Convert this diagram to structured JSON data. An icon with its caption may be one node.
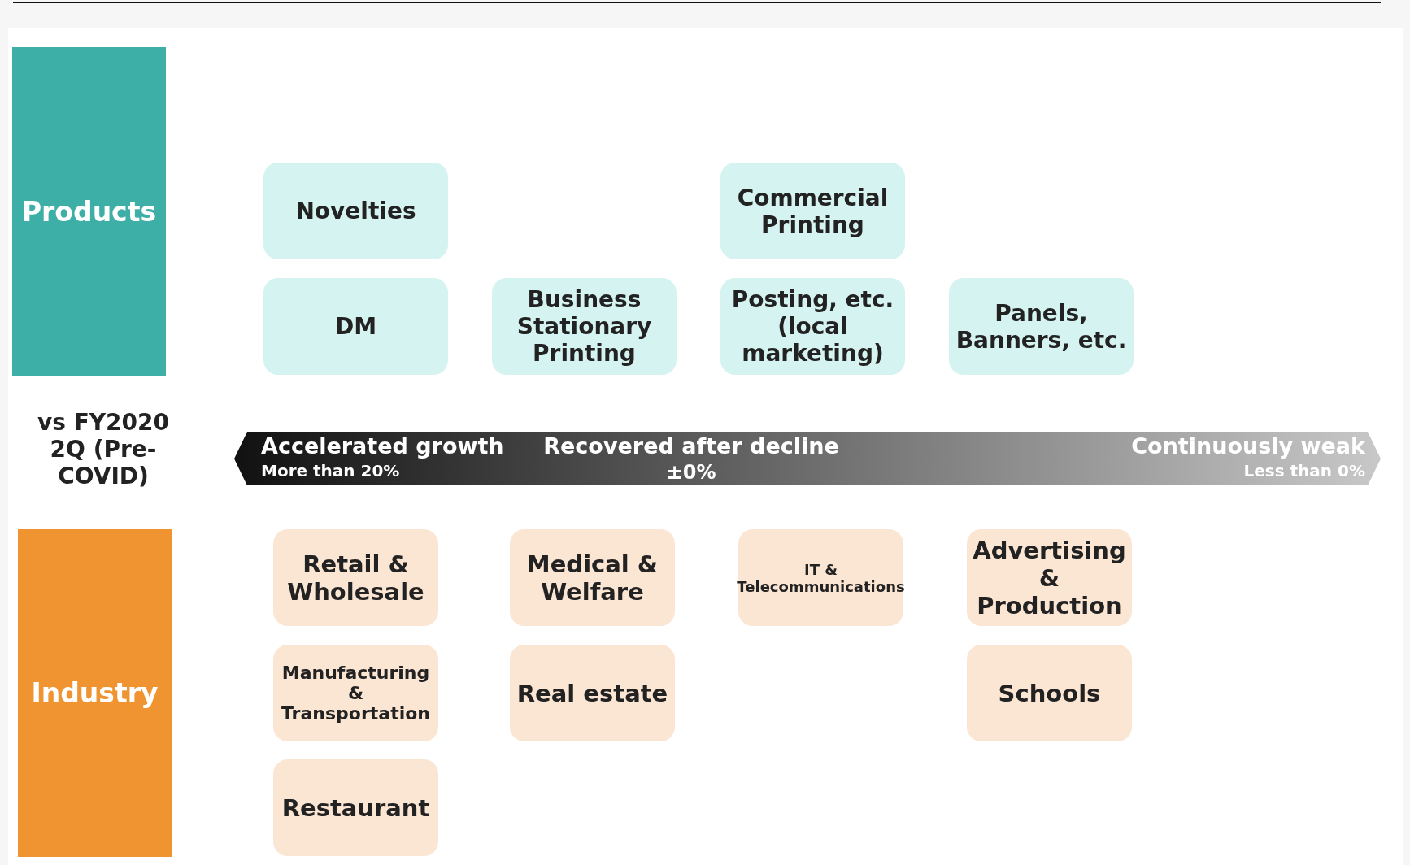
{
  "diagram": {
    "nodes": [
      {
        "text": [
          "Products"
        ]
      },
      {
        "text": [
          "Novelties"
        ]
      },
      {
        "text": [
          "Commercial Printing"
        ]
      },
      {
        "text": [
          "DM"
        ]
      },
      {
        "text": [
          "Business Stationary Printing"
        ]
      },
      {
        "text": [
          "Posting, etc. (local marketing)"
        ]
      },
      {
        "text": [
          "Panels, Banners, etc."
        ]
      },
      {
        "text": [
          "Accelerated growth",
          "More than 20%",
          "Recovered after decline",
          "±0%",
          "Continuously weak",
          "Less than 0%"
        ]
      },
      {
        "text": [
          "Industry"
        ]
      },
      {
        "text": [
          "Retail & Wholesale"
        ]
      },
      {
        "text": [
          "Medical & Welfare"
        ]
      },
      {
        "text": [
          "IT & Telecommunications"
        ]
      },
      {
        "text": [
          "Advertising & Production"
        ]
      },
      {
        "text": [
          "Manufacturing & Transportation"
        ]
      },
      {
        "text": [
          "Real estate"
        ]
      },
      {
        "text": [
          "Schools"
        ]
      },
      {
        "text": [
          "Restaurant"
        ]
      }
    ],
    "edges": [],
    "labels": [
      "vs FY2020 2Q (Pre-COVID)"
    ]
  }
}
